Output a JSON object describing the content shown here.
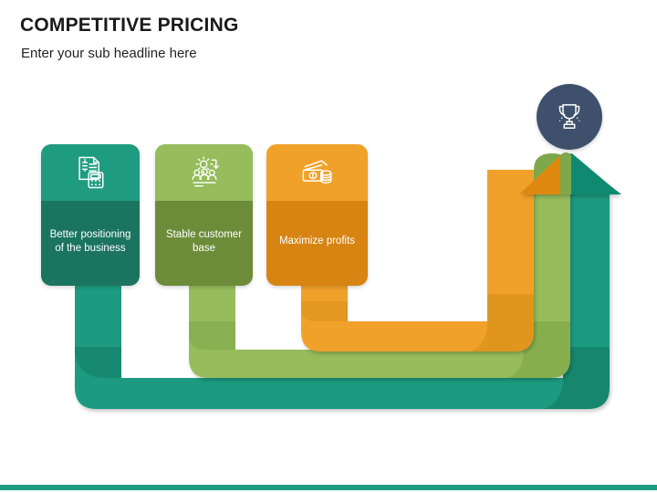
{
  "slide": {
    "title": "COMPETITIVE PRICING",
    "subtitle": "Enter your sub headline here",
    "background_color": "#ffffff",
    "footer_bar_color": "#1d9b80"
  },
  "diagram": {
    "type": "upward-arrow-process",
    "direction": "ascending-right",
    "trophy_badge": {
      "icon": "trophy-icon",
      "circle_color": "#3e506b",
      "icon_color": "#ffffff"
    },
    "arrow": {
      "head_apex": "top",
      "ribbons": [
        {
          "name": "orange-ribbon",
          "color": "#f0a12a",
          "shadow_color": "#d08a12",
          "order": "inner"
        },
        {
          "name": "green-ribbon",
          "color": "#96bc5c",
          "shadow_color": "#7aa244",
          "order": "middle"
        },
        {
          "name": "teal-ribbon",
          "color": "#1d9b80",
          "shadow_color": "#14745f",
          "order": "outer"
        }
      ]
    },
    "cards": [
      {
        "id": "card-better-positioning",
        "label": "Better positioning of the business",
        "icon": "invoice-calculator-icon",
        "header_color": "#1f9c80",
        "body_color": "#1b7460",
        "text_color": "#ffffff"
      },
      {
        "id": "card-stable-customers",
        "label": "Stable customer base",
        "icon": "customer-group-gear-icon",
        "header_color": "#96bc5c",
        "body_color": "#6d8c3a",
        "text_color": "#ffffff"
      },
      {
        "id": "card-maximize-profits",
        "label": "Maximize profits",
        "icon": "cash-coins-icon",
        "header_color": "#f0a12a",
        "body_color": "#d78413",
        "text_color": "#ffffff"
      }
    ]
  }
}
